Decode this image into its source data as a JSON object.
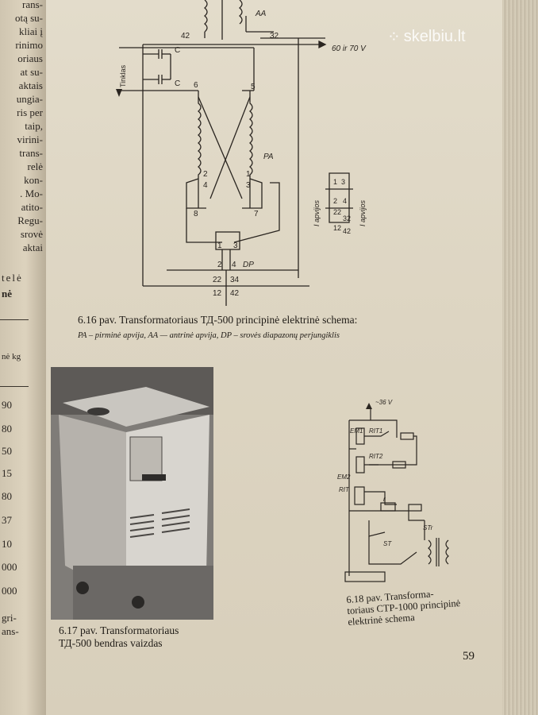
{
  "watermark": {
    "text": "skelbiu.lt"
  },
  "left_page": {
    "words": [
      "rans-",
      "otą su-",
      "kliai į",
      "rinimo",
      "oriaus",
      "at su-",
      "aktais",
      "ungia-",
      "ris per",
      "taip,",
      "virini-",
      "trans-",
      "relė",
      "kon-",
      ". Mo-",
      "atito-",
      "Regu-",
      "srovė",
      "aktai"
    ],
    "words2": [
      "telė",
      "nė"
    ],
    "unit": "nė kg",
    "numbers": [
      "90",
      "80",
      "50",
      "15",
      "80",
      "37",
      "10",
      "000",
      "000"
    ],
    "bottom_words": [
      "gri-",
      "ans-"
    ]
  },
  "diagram616": {
    "labels": {
      "a42": "42",
      "aa": "AA",
      "a32": "32",
      "volt": "60 ir 70 V",
      "c1": "C",
      "c2": "C",
      "tinklas": "Tinklas",
      "t6": "6",
      "t5": "5",
      "pa": "PA",
      "t2": "2",
      "t1": "1",
      "t4": "4",
      "t3": "3",
      "t8": "8",
      "t7": "7",
      "s1": "1",
      "s3": "3",
      "s2": "2",
      "s4": "4",
      "dp": "DP",
      "s22": "22",
      "s34": "34",
      "s12": "12",
      "s42": "42",
      "i1": "1",
      "i3": "3",
      "i2": "2",
      "i4": "4",
      "i22": "22",
      "i32": "32",
      "i12": "12",
      "i42": "42",
      "apvijos_left": "I apvijos",
      "apvijos_right": "I apvijos"
    }
  },
  "caption616": {
    "title": "6.16 pav. Transformatoriaus ТД-500 principinė elektrinė schema:",
    "subtitle": "PA – pirminė apvija, AA — antrinė apvija, DP – srovės diapazonų perjungiklis"
  },
  "caption617": {
    "line1": "6.17 pav. Transformatoriaus",
    "line2": "ТД-500 bendras vaizdas"
  },
  "diagram618": {
    "labels": {
      "v": "~36 V",
      "em1": "EM1",
      "rit1": "RIT1",
      "rit2": "RIT2",
      "em2": "EM2",
      "rit": "RIT",
      "r": "r",
      "str": "STr",
      "st": "ST"
    }
  },
  "caption618": {
    "line1": "6.18 pav. Transforma-",
    "line2": "toriaus CTP-1000 principinė",
    "line3": "elektrinė schema"
  },
  "page_number": "59"
}
